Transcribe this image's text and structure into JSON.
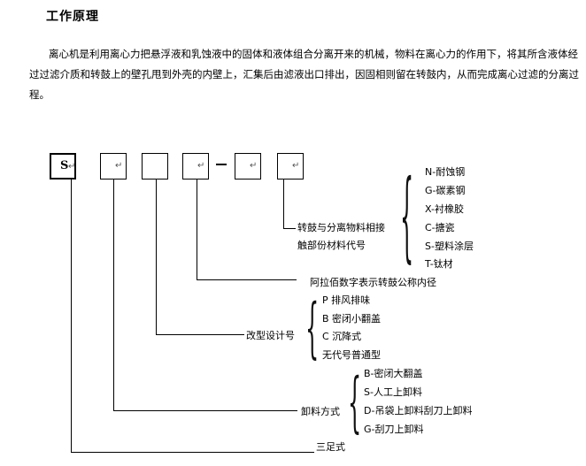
{
  "heading": "工作原理",
  "paragraph": "离心机是利用离心力把悬浮液和乳蚀液中的固体和液体组合分离开来的机械，物料在离心力的作用下，将其所含液体经过过滤介质和转鼓上的壁孔甩到外壳的内壁上，汇集后由滤液出口排出，因固相则留在转鼓内，从而完成离心过滤的分离过程。",
  "return_mark": "↵",
  "code_boxes": [
    {
      "text": "S",
      "mark": "↵"
    },
    {
      "text": "",
      "mark": "↵"
    },
    {
      "text": "",
      "mark": ""
    },
    {
      "text": "",
      "mark": "↵"
    },
    {
      "text": "",
      "mark": "↵"
    },
    {
      "text": "",
      "mark": "↵"
    }
  ],
  "material_group": {
    "label_line1": "转鼓与分离物料相接",
    "label_line2": "触部份材料代号",
    "options": [
      "N-耐蚀钢",
      "G-碳素钢",
      "X-衬橡胶",
      "C-搪瓷",
      "S-塑料涂层",
      "T-钛材"
    ]
  },
  "diameter_label": "阿拉佰数字表示转鼓公称内径",
  "design_group": {
    "label": "改型设计号",
    "options": [
      "P 排风排味",
      "B 密闭小翻盖",
      "C 沉降式",
      "无代号普通型"
    ]
  },
  "discharge_group": {
    "label": "卸料方式",
    "options": [
      "B-密闭大翻盖",
      "S-人工上卸料",
      "D-吊袋上卸料刮刀上卸料",
      "G-刮刀上卸料"
    ]
  },
  "base_label": "三足式"
}
